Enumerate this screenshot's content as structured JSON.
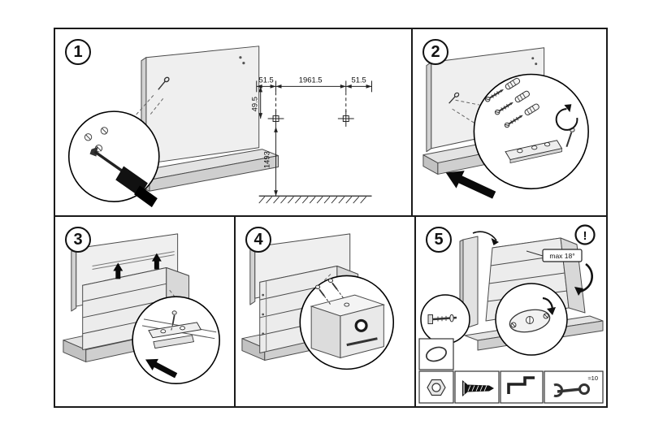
{
  "document": {
    "type": "furniture-assembly-instructions"
  },
  "steps": [
    {
      "number": "1"
    },
    {
      "number": "2"
    },
    {
      "number": "3"
    },
    {
      "number": "4"
    },
    {
      "number": "5"
    }
  ],
  "panel1": {
    "dim_top_left": "51.5",
    "dim_top_center": "1961.5",
    "dim_top_right": "51.5",
    "dim_offset": "49.5",
    "dim_height": "1493"
  },
  "panel5": {
    "max_tilt_label": "max 18°",
    "warning_mark": "!",
    "wrench_size": "≈10",
    "tool_icons": [
      "oval-cover",
      "hex-nut",
      "countersunk-screw",
      "hex-key",
      "open-end-wrench"
    ]
  },
  "colors": {
    "line": "#1a1a1a",
    "panel_fill": "#ececec",
    "panel_side": "#d8d8d8",
    "arrow": "#111111"
  }
}
